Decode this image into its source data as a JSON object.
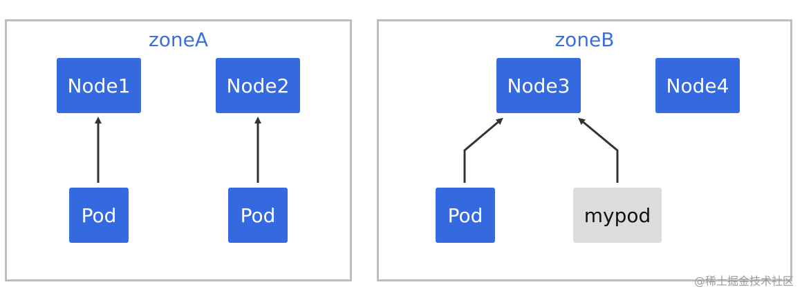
{
  "zones": {
    "zone_a": {
      "title": "zoneA"
    },
    "zone_b": {
      "title": "zoneB"
    }
  },
  "nodes": {
    "node1": "Node1",
    "node2": "Node2",
    "node3": "Node3",
    "node4": "Node4"
  },
  "pods": {
    "pod_a1": "Pod",
    "pod_a2": "Pod",
    "pod_b1": "Pod",
    "mypod": "mypod"
  },
  "colors": {
    "node_fill": "#3569e0",
    "mypod_fill": "#dcdcdc",
    "zone_title": "#3b6fde",
    "zone_border": "#bdbdbd",
    "arrow": "#333333"
  },
  "watermark": "@稀土掘金技术社区"
}
